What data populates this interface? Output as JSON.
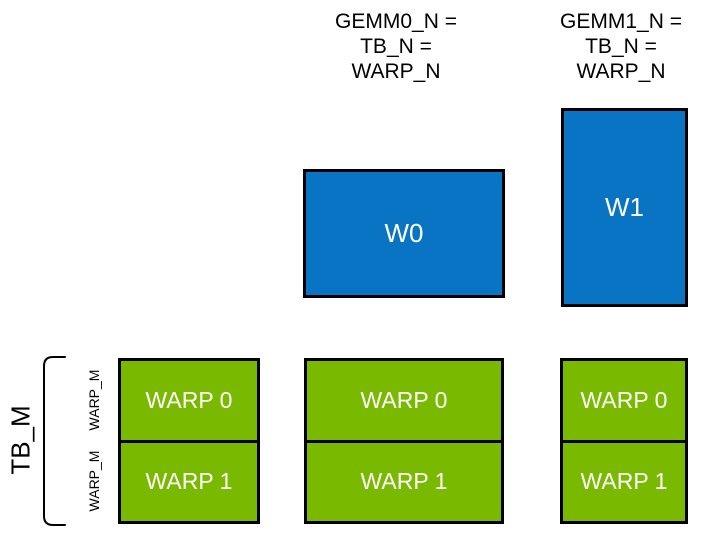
{
  "colors": {
    "warp-blue": "#0a74c4",
    "nvidia-green": "#79ba00",
    "outline": "#000000",
    "label-text": "#000000",
    "box-text": "#ffffff",
    "background": "#ffffff"
  },
  "top_labels": [
    {
      "lines": [
        "GEMM0_N =",
        "TB_N =",
        "WARP_N"
      ]
    },
    {
      "lines": [
        "GEMM1_N =",
        "TB_N =",
        "WARP_N"
      ]
    }
  ],
  "operand_tiles": [
    {
      "label": "W0"
    },
    {
      "label": "W1"
    }
  ],
  "warp_columns": [
    {
      "cells": [
        {
          "label": "WARP 0"
        },
        {
          "label": "WARP 1"
        }
      ]
    },
    {
      "cells": [
        {
          "label": "WARP 0"
        },
        {
          "label": "WARP 1"
        }
      ]
    },
    {
      "cells": [
        {
          "label": "WARP 0"
        },
        {
          "label": "WARP 1"
        }
      ]
    }
  ],
  "side_annotations": {
    "tb_m": "TB_M",
    "warp_m_top": "WARP_M",
    "warp_m_bottom": "WARP_M"
  }
}
